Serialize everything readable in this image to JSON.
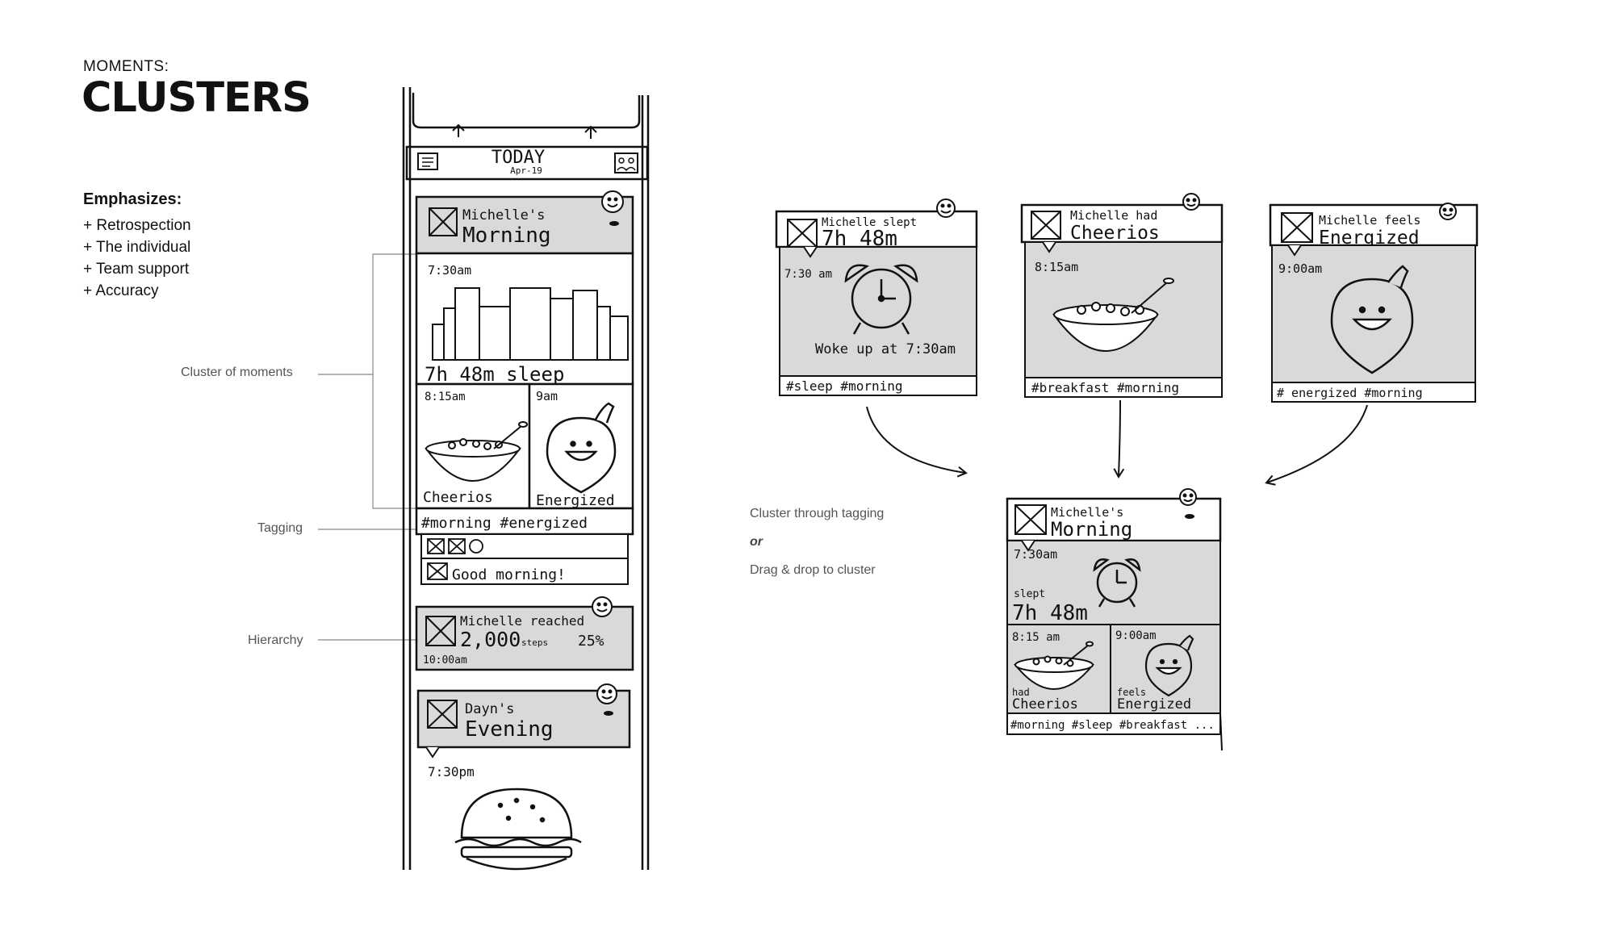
{
  "header": {
    "kicker": "MOMENTS:",
    "title": "CLUSTERS"
  },
  "emphasizes": {
    "heading": "Emphasizes:",
    "items": [
      "+ Retrospection",
      "+ The individual",
      "+ Team support",
      "+ Accuracy"
    ]
  },
  "callouts": {
    "cluster": "Cluster of moments",
    "tagging": "Tagging",
    "hierarchy": "Hierarchy"
  },
  "notes": {
    "through_tagging": "Cluster through tagging",
    "or": "or",
    "drag_drop": "Drag & drop to cluster"
  },
  "phone": {
    "header_title": "TODAY",
    "header_date": "Apr-19",
    "card1": {
      "title_small": "Michelle's",
      "title_big": "Morning",
      "sleep_time": "7:30am",
      "sleep_summary": "7h 48m sleep",
      "cheerios_time": "8:15am",
      "cheerios_label": "Cheerios",
      "energized_time": "9am",
      "energized_label": "Energized",
      "tags": "#morning #energized",
      "comment": "Good morning!"
    },
    "card2": {
      "title": "Michelle reached",
      "steps": "2,000",
      "steps_unit": "steps",
      "percent": "25%",
      "time": "10:00am"
    },
    "card3": {
      "title_small": "Dayn's",
      "title_big": "Evening",
      "time": "7:30pm"
    }
  },
  "cards": {
    "sleep": {
      "title_small": "Michelle slept",
      "title_big": "7h 48m",
      "time": "7:30 am",
      "caption": "Woke up at 7:30am",
      "tags": "#sleep #morning"
    },
    "cheerios": {
      "title_small": "Michelle had",
      "title_big": "Cheerios",
      "time": "8:15am",
      "tags": "#breakfast #morning"
    },
    "energized": {
      "title_small": "Michelle feels",
      "title_big": "Energized",
      "time": "9:00am",
      "tags": "# energized #morning"
    }
  },
  "cluster": {
    "title_small": "Michelle's",
    "title_big": "Morning",
    "time": "7:30am",
    "slept_label": "slept",
    "slept_value": "7h 48m",
    "cheerios_time": "8:15 am",
    "had_label": "had",
    "cheerios_label": "Cheerios",
    "energized_time": "9:00am",
    "feels_label": "feels",
    "energized_label": "Energized",
    "tags": "#morning #sleep #breakfast ..."
  }
}
